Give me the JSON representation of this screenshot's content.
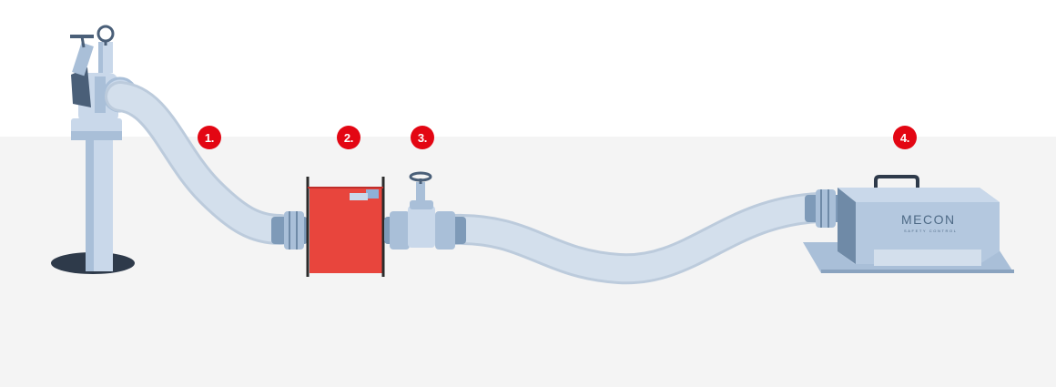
{
  "steps": [
    {
      "label": "1."
    },
    {
      "label": "2."
    },
    {
      "label": "3."
    },
    {
      "label": "4."
    }
  ],
  "device": {
    "brand": "MECON",
    "tagline": "SAFETY CONTROL"
  },
  "colors": {
    "badge": "#e30613",
    "floor": "#f4f4f4",
    "hose": "#d3dfec",
    "hose_edge": "#bccbdc",
    "steel_light": "#c9d8ea",
    "steel_mid": "#a9bfd8",
    "steel_dark": "#6f8aa7",
    "fitting": "#7e9ab8",
    "box_red": "#e8453d",
    "box_red_dark": "#c02e2a",
    "hole": "#2e3a4a"
  }
}
